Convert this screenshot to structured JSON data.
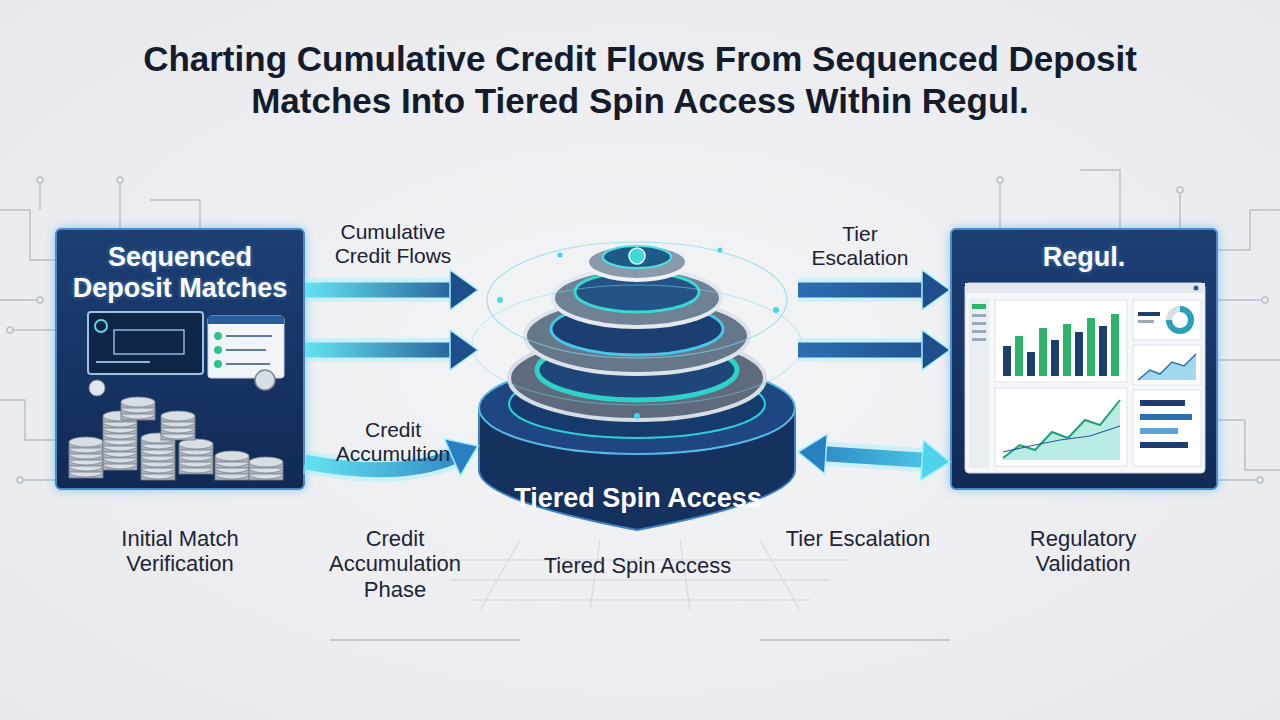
{
  "diagram": {
    "title": "Charting Cumulative Credit Flows From Sequenced Deposit Matches Into Tiered Spin Access Within Regul.",
    "nodes": [
      {
        "text": [
          "Sequenced Deposit Matches"
        ]
      },
      {
        "text": [
          "Tiered Spin Access"
        ]
      },
      {
        "text": [
          "Regul."
        ]
      }
    ],
    "edges": [
      {
        "from": 0,
        "to": 1,
        "label": "Cumulative Credit Flows",
        "arrow": "to"
      },
      {
        "from": 0,
        "to": 1,
        "arrow": "to"
      },
      {
        "from": 0,
        "to": 1,
        "label": "Credit Accumultion",
        "arrow": "to"
      },
      {
        "from": 1,
        "to": 2,
        "label": "Tier Escalation",
        "arrow": "to"
      },
      {
        "from": 1,
        "to": 2,
        "arrow": "to"
      },
      {
        "from": 1,
        "to": 2,
        "arrow": "both"
      }
    ],
    "labels": [
      "Initial Match Verification",
      "Credit Accumulation Phase",
      "Tiered Spin Access",
      "Tier Escalation",
      "Regulatory Validation"
    ]
  }
}
